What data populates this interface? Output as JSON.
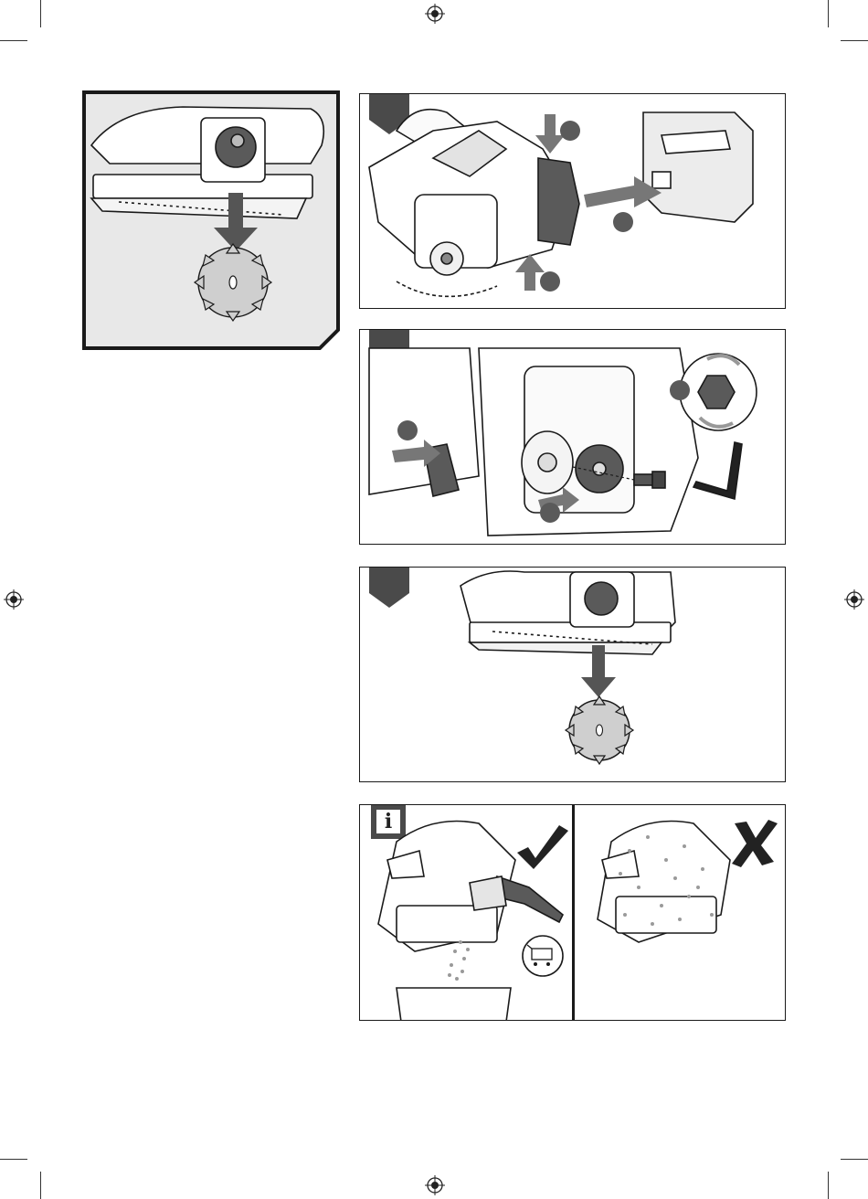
{
  "page": {
    "background": "#ffffff",
    "ink": "#1a1a1a",
    "fill_gray": "#5a5a5a",
    "light_gray": "#e6e6e6"
  },
  "overview_panel": {
    "description_icon": "saw-blade-removal"
  },
  "steps": [
    {
      "id": "step-1",
      "tab_color": "#4a4a4a",
      "callouts": 3
    },
    {
      "id": "step-2",
      "tab_color": "#4a4a4a",
      "callouts": 3
    },
    {
      "id": "step-3",
      "tab_color": "#4a4a4a",
      "callouts": 0
    }
  ],
  "info_panel": {
    "info_symbol": "i",
    "correct_mark": "check-mark",
    "wrong_mark": "x-mark",
    "shop_icon": "shopping-cart-icon"
  }
}
